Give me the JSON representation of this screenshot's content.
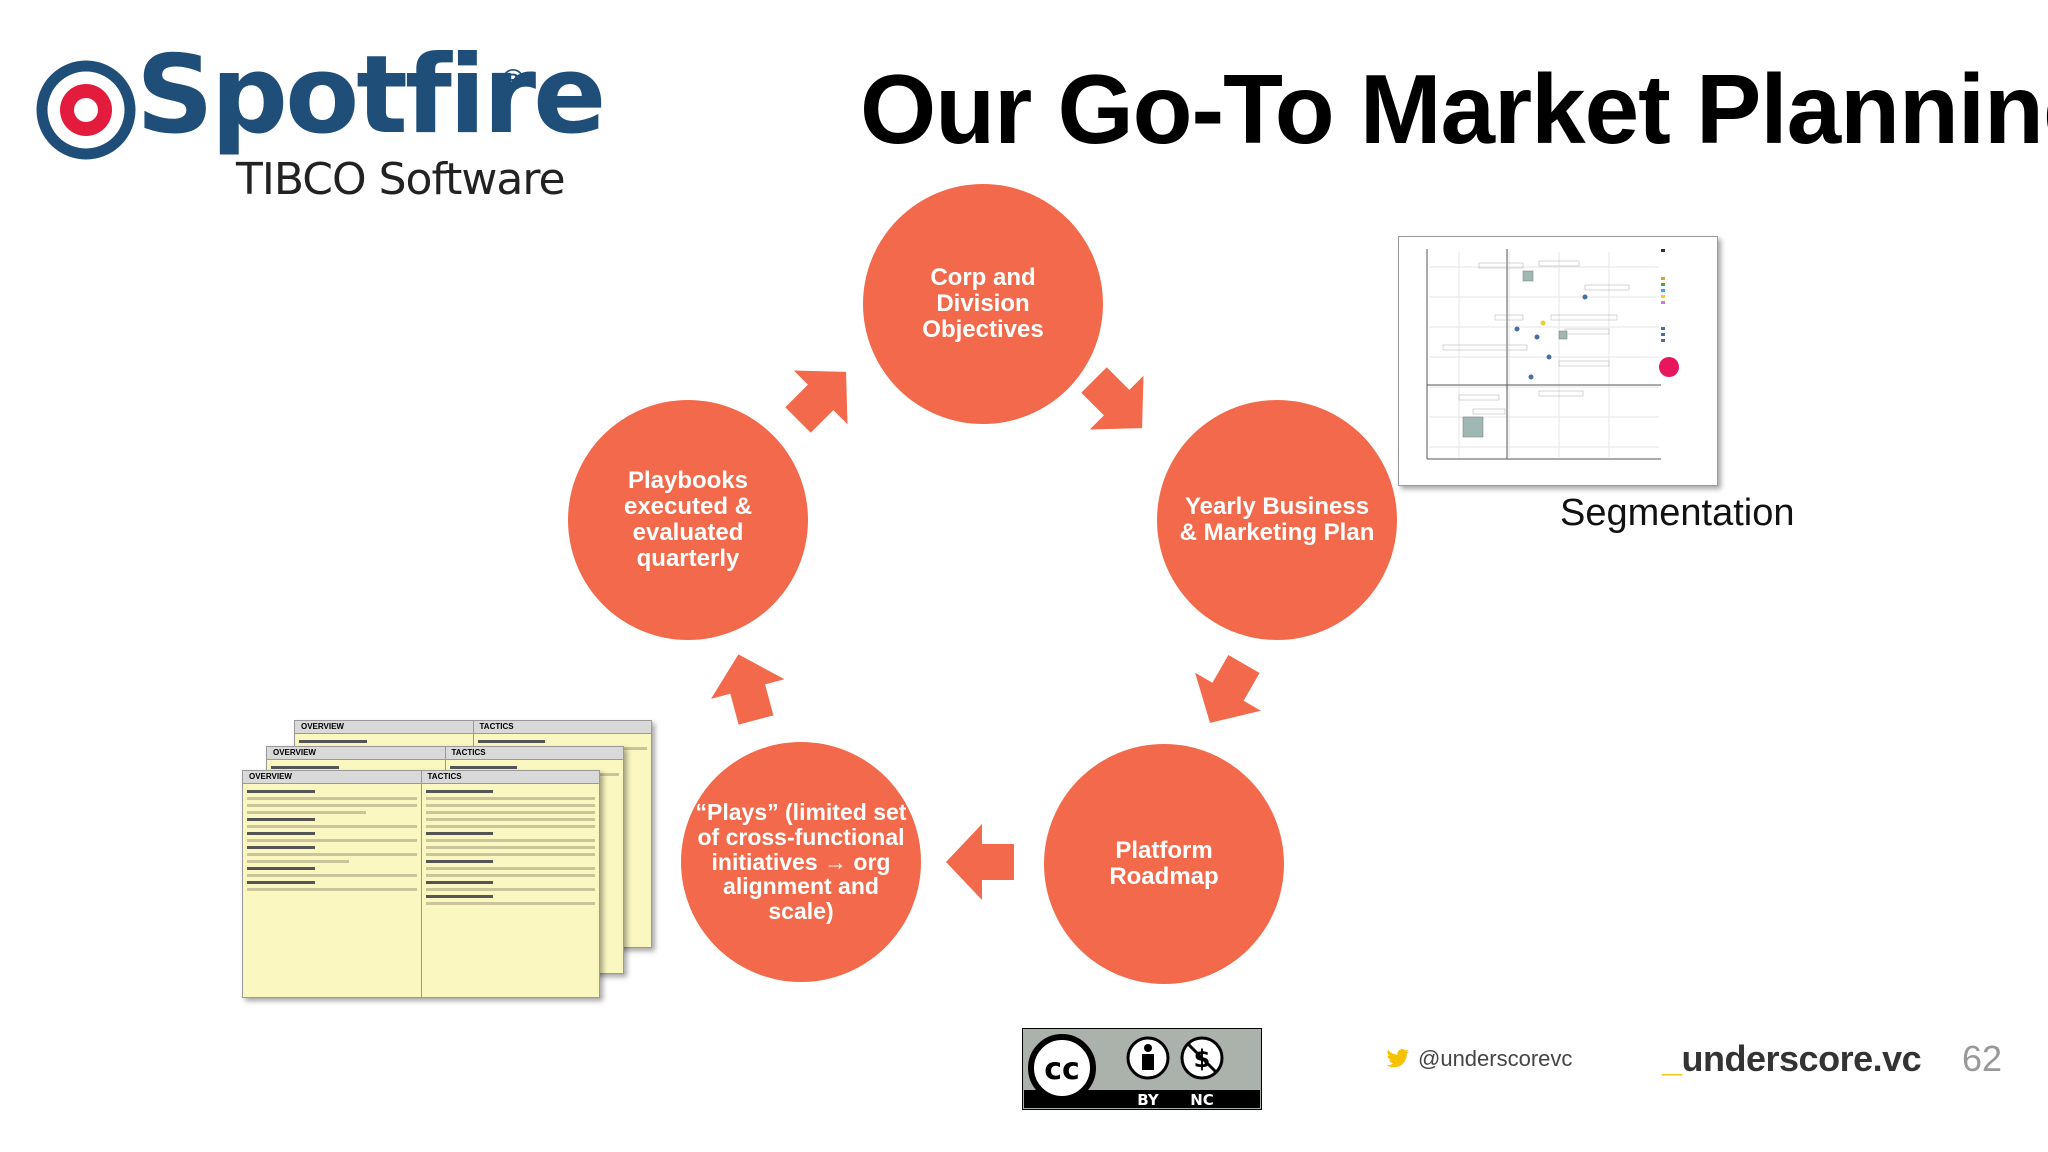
{
  "logo": {
    "word": "Spotfire",
    "reg": "®",
    "sub": "TIBCO Software"
  },
  "title": "Our Go-To Market Planning",
  "cycle": [
    {
      "id": "corp",
      "label": "Corp and Division Objectives"
    },
    {
      "id": "yearly",
      "label": "Yearly Business & Marketing Plan"
    },
    {
      "id": "platform",
      "label": "Platform Roadmap"
    },
    {
      "id": "plays",
      "label": "“Plays” (limited set of cross-functional initiatives → org alignment and scale)"
    },
    {
      "id": "playbooks",
      "label": "Playbooks executed & evaluated quarterly"
    }
  ],
  "segmentation": {
    "label": "Segmentation"
  },
  "playbook_doc": {
    "col1": "OVERVIEW",
    "col2": "TACTICS"
  },
  "footer": {
    "cc": {
      "cc": "cc",
      "by": "BY",
      "nc": "NC"
    },
    "twitter": "@underscorevc",
    "brand": "underscore.vc",
    "page": "62"
  },
  "colors": {
    "accent": "#f26a4b",
    "brand_blue": "#1f4e79",
    "brand_yellow": "#f6c200"
  }
}
